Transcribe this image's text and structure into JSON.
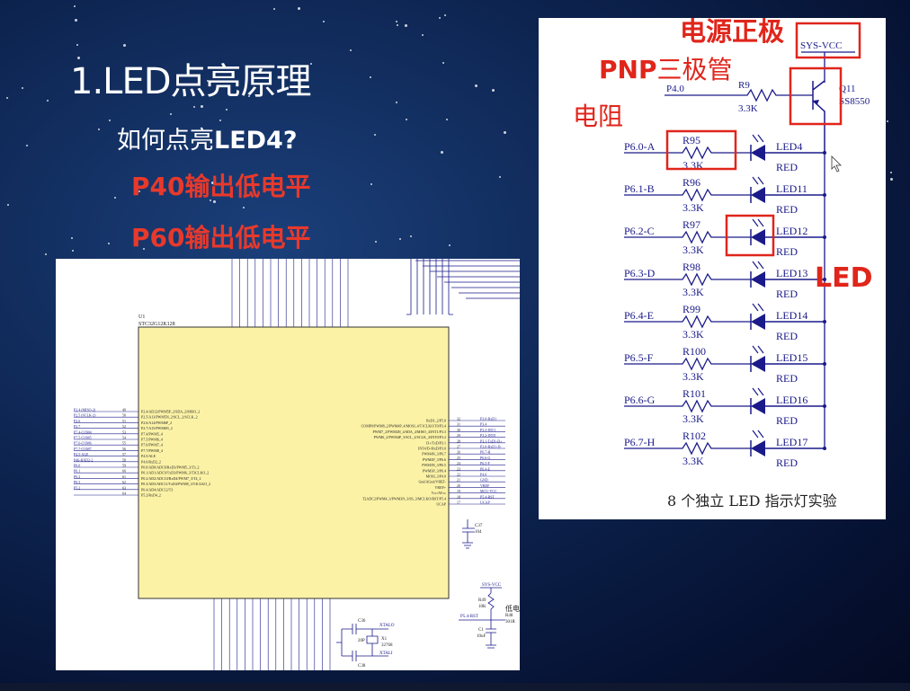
{
  "slide": {
    "title": "1.LED点亮原理",
    "question_prefix": "如何点亮",
    "question_bold": "LED4?",
    "line1": "P40输出低电平",
    "line2": "P60输出低电平"
  },
  "annotations": {
    "power_positive": "电源正极",
    "pnp_prefix": "PNP",
    "pnp_suffix": "三极管",
    "resistor": "电阻",
    "led": "LED"
  },
  "right_schematic": {
    "vcc_label": "SYS-VCC",
    "input_net": "P4.0",
    "base_resistor": "R9",
    "base_resistor_value": "3.3K",
    "transistor_ref": "Q11",
    "transistor_part": "SS8550",
    "rows": [
      {
        "net": "P6.0-A",
        "res": "R95",
        "val": "3.3K",
        "led": "LED4",
        "color": "RED"
      },
      {
        "net": "P6.1-B",
        "res": "R96",
        "val": "3.3K",
        "led": "LED11",
        "color": "RED"
      },
      {
        "net": "P6.2-C",
        "res": "R97",
        "val": "3.3K",
        "led": "LED12",
        "color": "RED"
      },
      {
        "net": "P6.3-D",
        "res": "R98",
        "val": "3.3K",
        "led": "LED13",
        "color": "RED"
      },
      {
        "net": "P6.4-E",
        "res": "R99",
        "val": "3.3K",
        "led": "LED14",
        "color": "RED"
      },
      {
        "net": "P6.5-F",
        "res": "R100",
        "val": "3.3K",
        "led": "LED15",
        "color": "RED"
      },
      {
        "net": "P6.6-G",
        "res": "R101",
        "val": "3.3K",
        "led": "LED16",
        "color": "RED"
      },
      {
        "net": "P6.7-H",
        "res": "R102",
        "val": "3.3K",
        "led": "LED17",
        "color": "RED"
      }
    ],
    "caption": "8 个独立 LED 指示灯实验"
  },
  "left_schematic": {
    "chip_ref": "U1",
    "chip_part": "STC32G12K128",
    "left_nets": [
      "P2.4 (MISO-2)",
      "P2.5 (SCLK-2)",
      "P2.6",
      "P2.7",
      "P7.4-COM4",
      "P7.5-COM5",
      "P7.6-COM6",
      "P7.7-COM7",
      "P4.5-ALE",
      "P46-RXD2-2",
      "P0.0",
      "P0.1",
      "P0.2",
      "P0.3",
      "P5.2"
    ],
    "left_pins": [
      "49",
      "50",
      "51",
      "52",
      "53",
      "54",
      "55",
      "56",
      "57",
      "58",
      "59",
      "60",
      "61",
      "62",
      "63",
      "64"
    ],
    "left_funcs": [
      "P2.4/AD12/PWM5P_2/SDA_2/MISO_2",
      "P2.5/A13/PWM5N_2/SCL_2/SCLK_2",
      "P2.6/A14/PWM6P_2",
      "P2.7/A15/PWM6N_2",
      "P7.4/PWM5_4",
      "P7.5/PWM6_4",
      "P7.6/PWM7_4",
      "P7.7/PWM8_4",
      "P4.5/ALE",
      "P4.6/RxD2_2",
      "P0.0/AD0/ADC8/RxD3/PWM5_3/T3_2",
      "P0.1/AD1/ADC9/TxD3/PWM6_3/T3CLKO_2",
      "P0.2/AD2/ADC10/RxD4/PWM7_3/T4_2",
      "P0.3/AD3/ADC11/TxD4/PWM8_3/T4CLKO_2",
      "P0.4/AD4/ADC12/T3",
      "P5.2/RxD4_2"
    ],
    "right_pins": [
      "32",
      "31",
      "30",
      "29",
      "28",
      "27",
      "26",
      "25",
      "24",
      "23",
      "22",
      "21",
      "20",
      "19",
      "18",
      "17"
    ],
    "right_nets": [
      "P3.0-RxD1",
      "P3.4",
      "P3.3-INT1",
      "P3.2-INT0",
      "P3.1-TxD1-D+",
      "P3.0-RxD1-D-",
      "P6.7-H",
      "P6.6-G",
      "P6.5-F",
      "P6.4-E",
      "P4.0",
      "GND",
      "VREF",
      "MCU-VCC",
      "P5.4-RST",
      "UCAP"
    ],
    "right_funcs": [
      "RxD1_2/P5.0",
      "COMP0/PWM8_2/PWM4P_4/MOSI_4/T1CLKO/T0/P3.4",
      "PWM7_2/PWM4N_4/SDA_4/MISO_4/INT1/P3.3",
      "PWM6_2/PWM4P_3/SCL_4/SCLK_4/INT0/P3.2",
      "D+/TxD/P3.1",
      "INT4/D-/RxD/P3.0",
      "PWM4N_3/P6.7",
      "PWM4P_3/P6.6",
      "PWM3N_3/P6.5",
      "PWM3P_3/P6.4",
      "MOSI_3/P4.0",
      "Gnd/AGnd/VREF-",
      "VREF+",
      "Vcc/AVcc",
      "T2ADC2/PWM4_3/PWM3N_3/SS_3/MCLKO/RST/P5.4",
      "UCAP"
    ],
    "cap_ref": "C37",
    "cap_val": "104",
    "sysvcc": "SYS-VCC",
    "r49": "R49",
    "r49_val": "10K",
    "rst_net": "P5.4-RST",
    "r48": "R48",
    "r48_val": "301R",
    "c1": "C1",
    "c1_val": "10uF",
    "c36": "C36",
    "c36_val": "20P",
    "crystal": "X1",
    "crystal_val": "32768",
    "xtalo": "XTALO",
    "xtali": "XTALI",
    "c38": "C38",
    "low_reset": "低电平"
  },
  "colors": {
    "accent_red": "#e0251b",
    "wire_blue": "#1a1a8a",
    "chip_fill": "#fbf2a6"
  }
}
